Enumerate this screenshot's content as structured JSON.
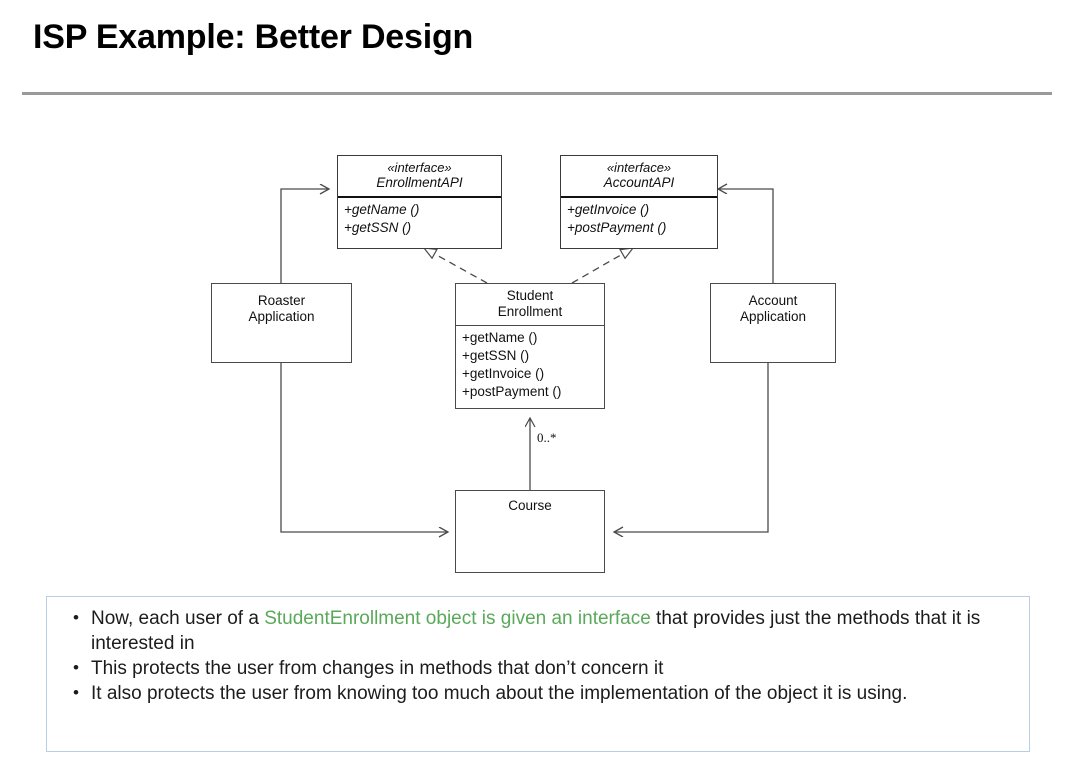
{
  "slide": {
    "title": "ISP Example: Better Design"
  },
  "diagram": {
    "type": "uml-class-diagram",
    "interfaces": [
      {
        "id": "enrollment-api",
        "stereotype": "«interface»",
        "name": "EnrollmentAPI",
        "methods": [
          "+getName ()",
          "+getSSN ()"
        ]
      },
      {
        "id": "account-api",
        "stereotype": "«interface»",
        "name": "AccountAPI",
        "methods": [
          "+getInvoice ()",
          "+postPayment ()"
        ]
      }
    ],
    "classes": [
      {
        "id": "student-enrollment",
        "name_line1": "Student",
        "name_line2": "Enrollment",
        "methods": [
          "+getName ()",
          "+getSSN ()",
          "+getInvoice ()",
          "+postPayment ()"
        ]
      },
      {
        "id": "course",
        "name": "Course"
      }
    ],
    "components": [
      {
        "id": "roaster-application",
        "name_line1": "Roaster",
        "name_line2": "Application"
      },
      {
        "id": "account-application",
        "name_line1": "Account",
        "name_line2": "Application"
      }
    ],
    "multiplicity": "0..*",
    "relations": [
      {
        "from": "roaster-application",
        "to": "enrollment-api",
        "kind": "dependency"
      },
      {
        "from": "account-application",
        "to": "account-api",
        "kind": "dependency"
      },
      {
        "from": "student-enrollment",
        "to": "enrollment-api",
        "kind": "realization"
      },
      {
        "from": "student-enrollment",
        "to": "account-api",
        "kind": "realization"
      },
      {
        "from": "roaster-application",
        "to": "course",
        "kind": "dependency"
      },
      {
        "from": "account-application",
        "to": "course",
        "kind": "dependency"
      },
      {
        "from": "course",
        "to": "student-enrollment",
        "kind": "association",
        "label": "0..*"
      }
    ],
    "colors": {
      "box_border": "#4a4a4a",
      "connector": "#4a4a4a",
      "text": "#111111"
    }
  },
  "notes": {
    "border_color": "#b9cde4",
    "highlight_color": "#5aa95a",
    "bullet_mark": "•",
    "bullets": [
      {
        "pre": "Now, each user of a ",
        "highlight": "StudentEnrollment object is given an interface",
        "post": " that provides just the methods that it is interested in"
      },
      {
        "pre": "This protects the user from changes in methods that don’t concern it",
        "highlight": "",
        "post": ""
      },
      {
        "pre": "It also protects the user from knowing too much about the implementation of the object it is using.",
        "highlight": "",
        "post": ""
      }
    ]
  }
}
